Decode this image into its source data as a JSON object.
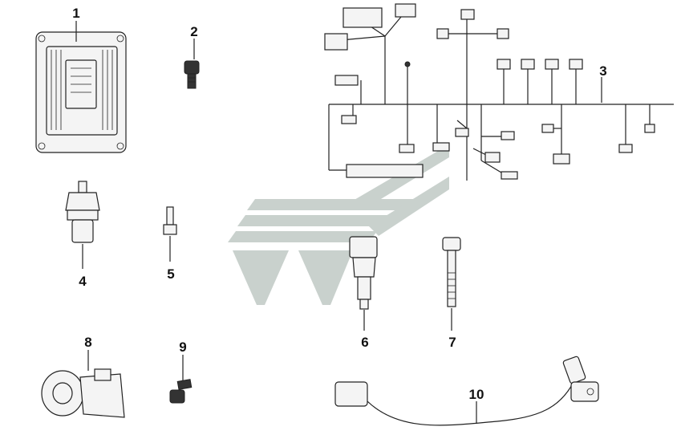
{
  "diagram": {
    "callouts": [
      {
        "id": "ecu",
        "label": "1"
      },
      {
        "id": "bolt-small",
        "label": "2"
      },
      {
        "id": "harness",
        "label": "3"
      },
      {
        "id": "pressure-sensor",
        "label": "4"
      },
      {
        "id": "screw",
        "label": "5"
      },
      {
        "id": "temp-sensor",
        "label": "6"
      },
      {
        "id": "long-bolt",
        "label": "7"
      },
      {
        "id": "knock-sensor",
        "label": "8"
      },
      {
        "id": "bolt-flange",
        "label": "9"
      },
      {
        "id": "speed-sensor",
        "label": "10"
      }
    ],
    "colors": {
      "line": "#222222",
      "part_fill": "#f4f4f4",
      "watermark": "#c9d1cd"
    }
  }
}
